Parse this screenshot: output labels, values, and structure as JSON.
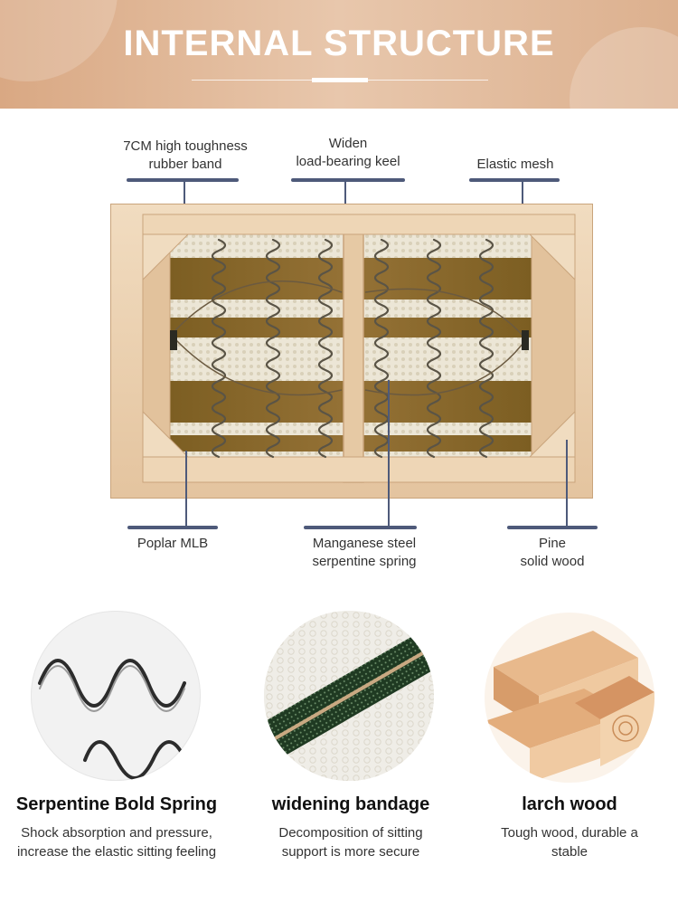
{
  "header": {
    "title": "INTERNAL STRUCTURE"
  },
  "callouts": {
    "top": [
      {
        "line1": "7CM high toughness",
        "line2": "rubber band"
      },
      {
        "line1": "Widen",
        "line2": "load-bearing keel"
      },
      {
        "line1": "Elastic mesh",
        "line2": ""
      }
    ],
    "bottom": [
      {
        "line1": "Poplar MLB",
        "line2": ""
      },
      {
        "line1": "Manganese steel",
        "line2": "serpentine spring"
      },
      {
        "line1": "Pine",
        "line2": "solid wood"
      }
    ]
  },
  "features": [
    {
      "title": "Serpentine Bold Spring",
      "desc1": "Shock absorption and pressure,",
      "desc2": "increase the elastic sitting feeling"
    },
    {
      "title": "widening bandage",
      "desc1": "Decomposition of sitting",
      "desc2": "support is more secure"
    },
    {
      "title": "larch wood",
      "desc1": "Tough wood, durable a",
      "desc2": "stable"
    }
  ],
  "colors": {
    "accent_line": "#4e5a7a",
    "header_bg": "#dfb494",
    "wood": "#e9cfae",
    "band": "#8a6a2a"
  }
}
